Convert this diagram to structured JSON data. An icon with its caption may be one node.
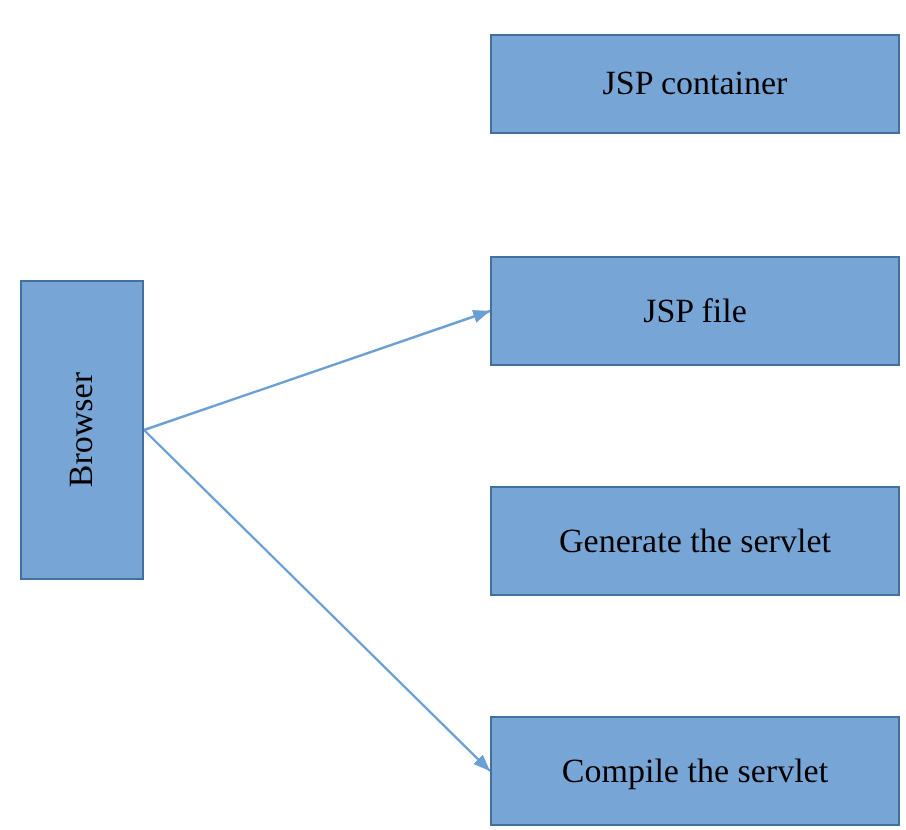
{
  "diagram": {
    "nodes": [
      {
        "text": [
          "JSP container"
        ]
      },
      {
        "text": [
          "JSP file"
        ]
      },
      {
        "text": [
          "Browser"
        ]
      },
      {
        "text": [
          "Generate the servlet"
        ]
      },
      {
        "text": [
          "Compile the servlet"
        ]
      }
    ],
    "edges": [
      {
        "from": 2,
        "to": 1,
        "arrow": "to"
      },
      {
        "from": 2,
        "to": 4,
        "arrow": "to"
      }
    ]
  }
}
